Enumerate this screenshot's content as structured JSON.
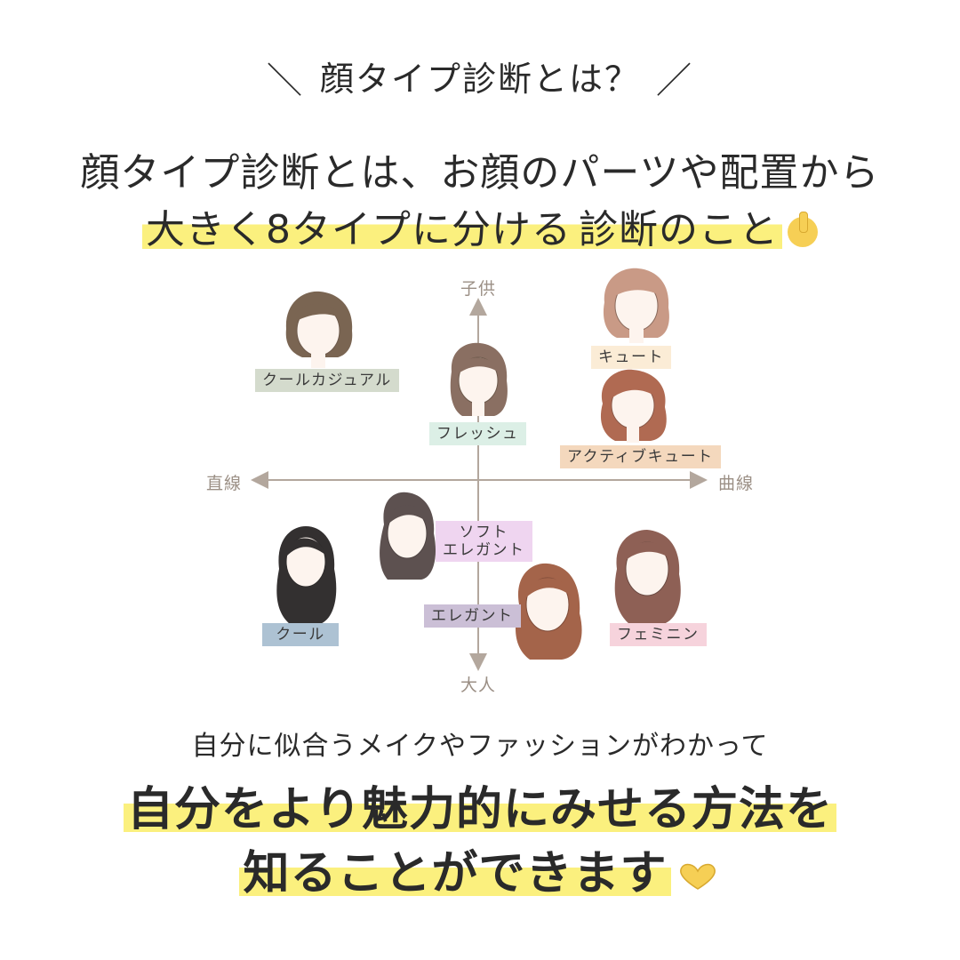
{
  "heading": {
    "left_slash": "＼",
    "title": "顔タイプ診断とは？",
    "right_slash": "／"
  },
  "intro": {
    "line1": "顔タイプ診断とは、お顔のパーツや配置から",
    "line2_highlight": "大きく8タイプに分ける",
    "line2_rest": "診断のこと"
  },
  "diagram": {
    "axis_top": "子供",
    "axis_bottom": "大人",
    "axis_left": "直線",
    "axis_right": "曲線",
    "types": [
      {
        "label": "クールカジュアル",
        "color": "#d4dbcd"
      },
      {
        "label": "キュート",
        "color": "#fbecd6"
      },
      {
        "label": "フレッシュ",
        "color": "#dcefe6"
      },
      {
        "label": "アクティブキュート",
        "color": "#f4d8bd"
      },
      {
        "label_line1": "ソフト",
        "label_line2": "エレガント",
        "color": "#efd5f0"
      },
      {
        "label": "クール",
        "color": "#adc2d3"
      },
      {
        "label": "エレガント",
        "color": "#cbbfd6"
      },
      {
        "label": "フェミニン",
        "color": "#f6d3dc"
      }
    ]
  },
  "outro": {
    "sub": "自分に似合うメイクやファッションがわかって",
    "big_line1": "自分をより魅力的にみせる方法を",
    "big_line2": "知ることができます"
  },
  "colors": {
    "highlight": "#fbf07e",
    "axis": "#b3a79d",
    "text": "#2a2a2a"
  },
  "icons": [
    "pointing-up-emoji-icon",
    "heart-hands-emoji-icon"
  ]
}
